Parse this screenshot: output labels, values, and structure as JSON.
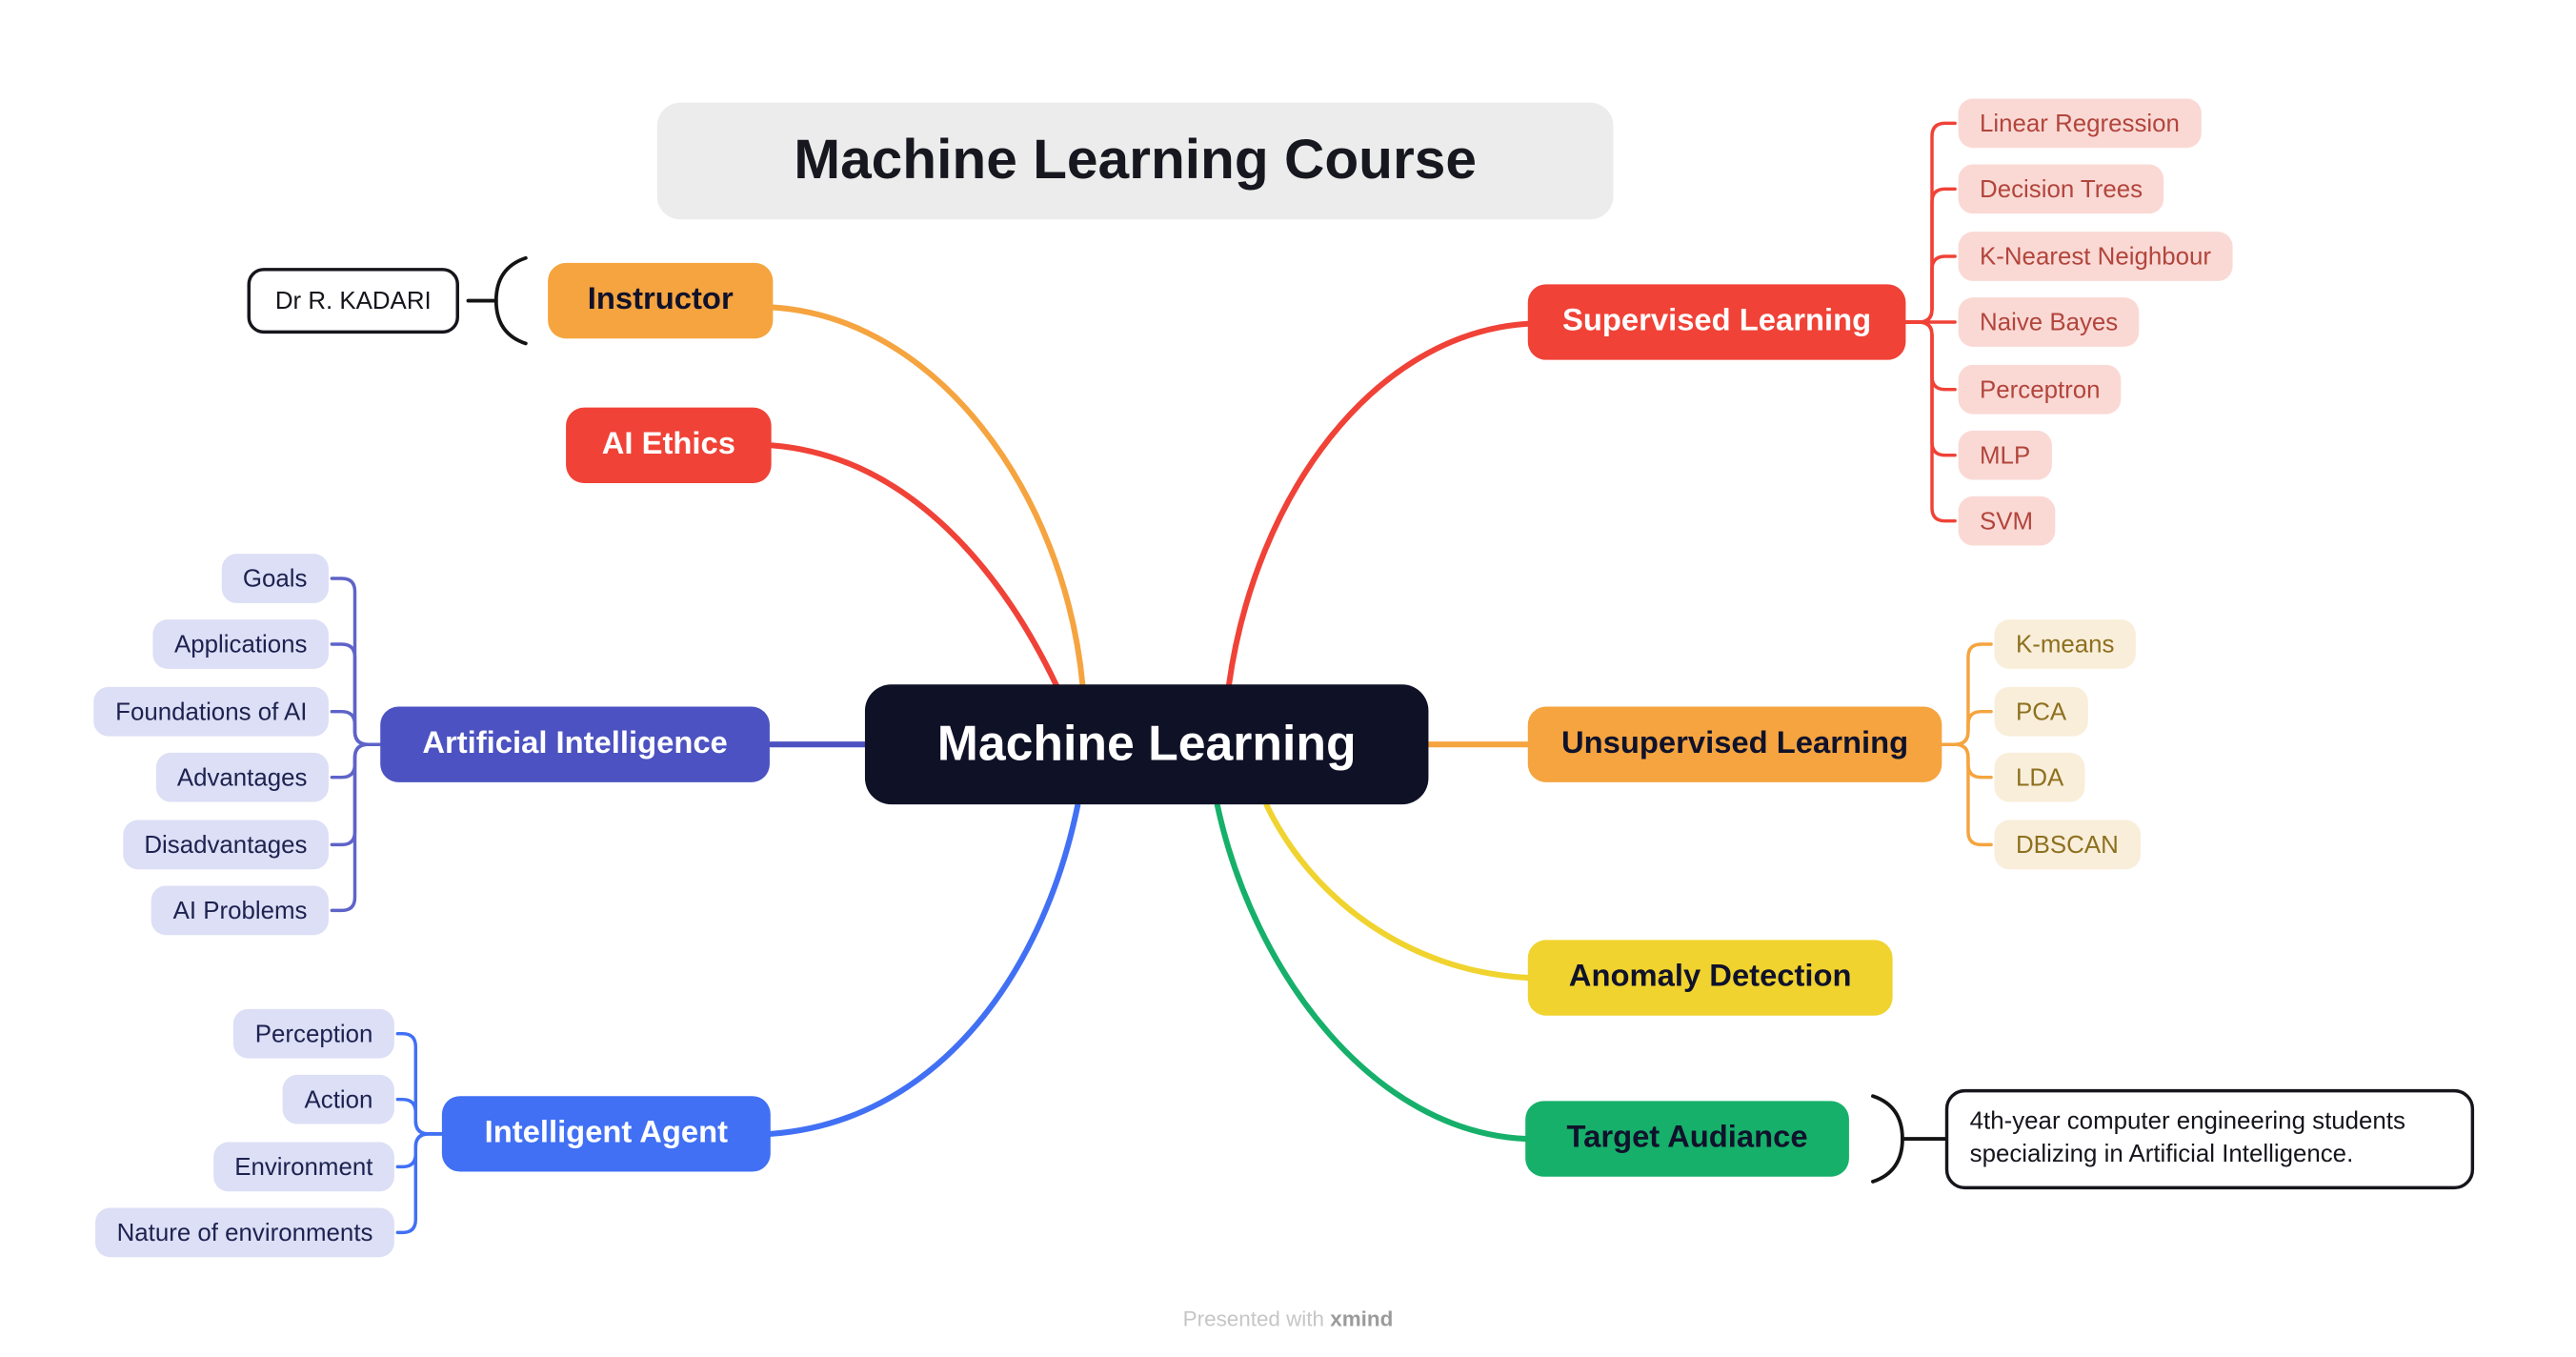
{
  "page": {
    "title": "Machine Learning Course",
    "watermark": {
      "prefix": "Presented with",
      "brand": "xmind"
    }
  },
  "map": {
    "central": "Machine Learning",
    "central_color": "#0F1126",
    "branches": {
      "instructor": {
        "label": "Instructor",
        "color": "#F5A43F",
        "summary": "Dr R. KADARI"
      },
      "ai_ethics": {
        "label": "AI Ethics",
        "color": "#F04237"
      },
      "artificial_intelligence": {
        "label": "Artificial Intelligence",
        "color": "#4C52C1",
        "children": [
          "Goals",
          "Applications",
          "Foundations of AI",
          "Advantages",
          "Disadvantages",
          "AI Problems"
        ]
      },
      "intelligent_agent": {
        "label": "Intelligent Agent",
        "color": "#4170F4",
        "children": [
          "Perception",
          "Action",
          "Environment",
          "Nature of environments"
        ]
      },
      "supervised_learning": {
        "label": "Supervised Learning",
        "color": "#F04237",
        "children": [
          "Linear Regression",
          "Decision Trees",
          "K-Nearest Neighbour",
          "Naive Bayes",
          "Perceptron",
          "MLP",
          "SVM"
        ]
      },
      "unsupervised_learning": {
        "label": "Unsupervised Learning",
        "color": "#F5A43F",
        "children": [
          "K-means",
          "PCA",
          "LDA",
          "DBSCAN"
        ]
      },
      "anomaly_detection": {
        "label": "Anomaly Detection",
        "color": "#F0D32E"
      },
      "target_audience": {
        "label": "Target Audiance",
        "color": "#16B06A",
        "note": "4th-year computer engineering students specializing in Artificial Intelligence."
      }
    }
  }
}
